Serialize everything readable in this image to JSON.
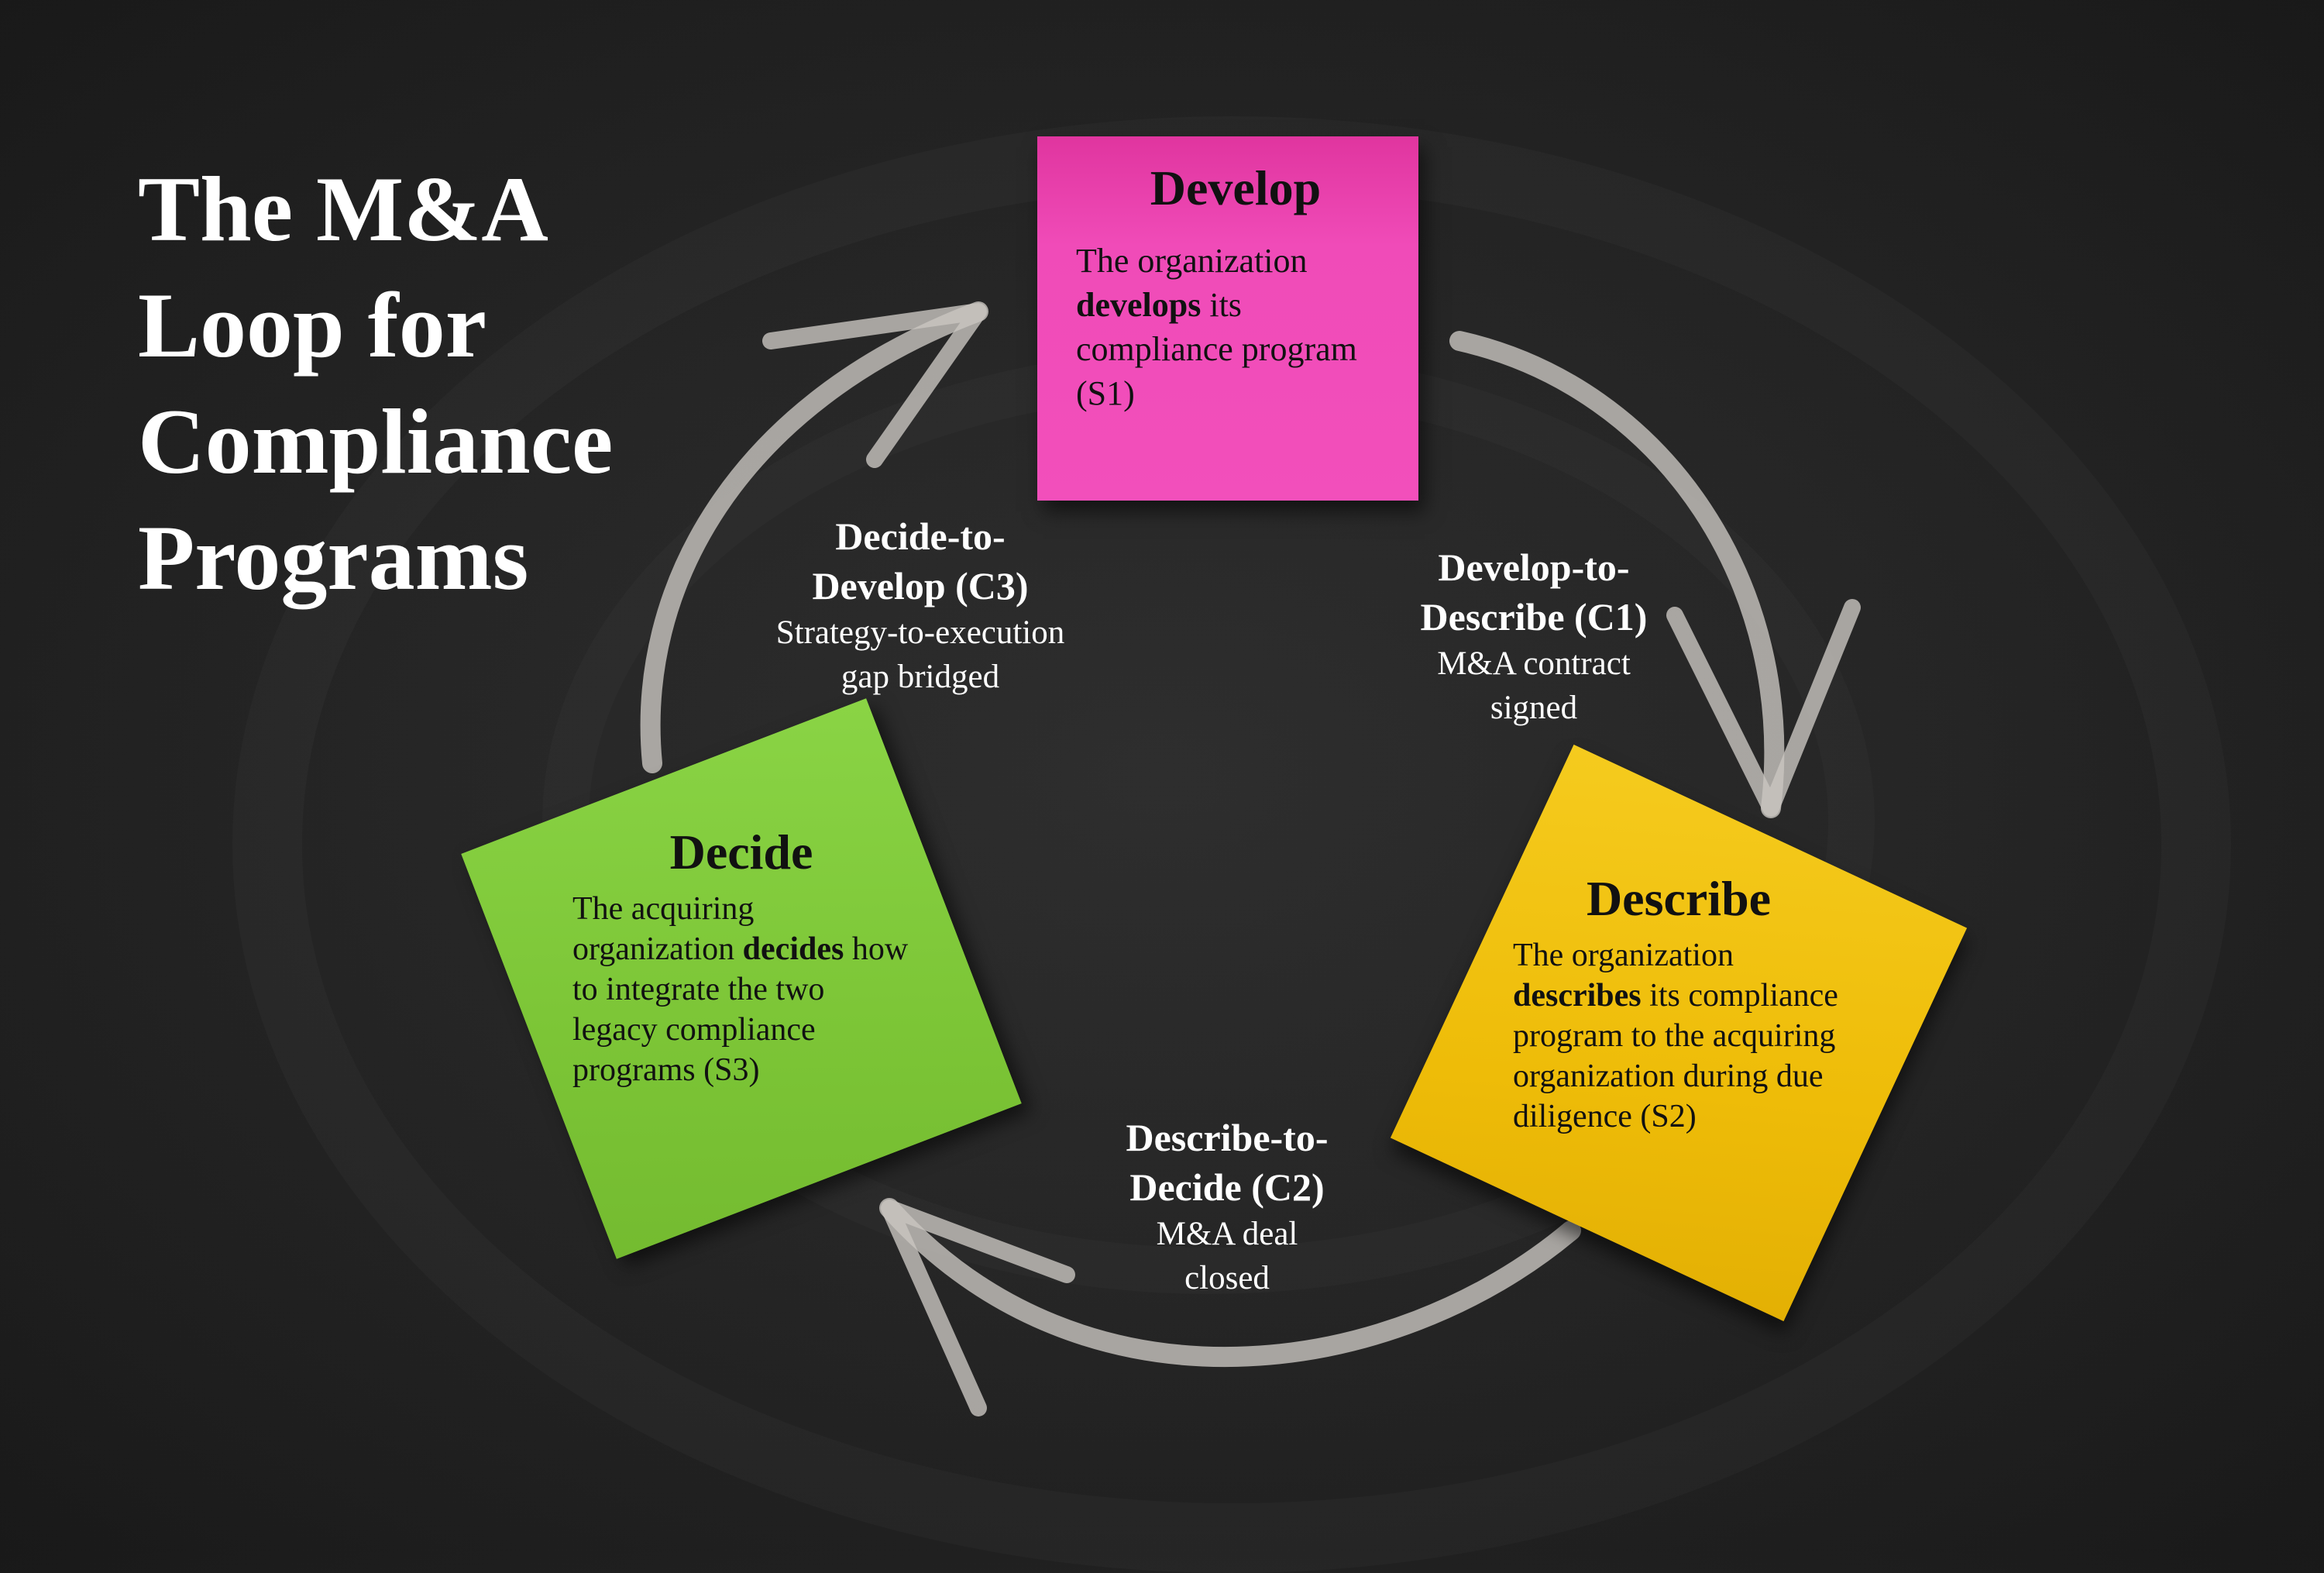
{
  "title": {
    "lines": [
      "The M&A",
      "Loop for",
      "Compliance",
      "Programs"
    ]
  },
  "colors": {
    "background": "#262626",
    "develop": "#f24fbb",
    "describe": "#eebc08",
    "decide": "#7cc536",
    "chalk": "#c9c6c0"
  },
  "stages": {
    "develop": {
      "heading": "Develop",
      "text_pre": "The organization ",
      "text_bold": "develops",
      "text_post": " its compliance program (S1)"
    },
    "describe": {
      "heading": "Describe",
      "text_pre": "The organization ",
      "text_bold": "describes",
      "text_post": " its compliance program to the acquiring organization during due diligence (S2)"
    },
    "decide": {
      "heading": "Decide",
      "text_pre": "The acquiring organization ",
      "text_bold": "decides",
      "text_post": " how to integrate the two legacy compliance programs (S3)"
    }
  },
  "transitions": {
    "c1": {
      "name": "Develop-to-Describe (C1)",
      "description": "M&A contract signed"
    },
    "c2": {
      "name": "Describe-to-Decide (C2)",
      "description": "M&A deal closed"
    },
    "c3": {
      "name": "Decide-to-Develop (C3)",
      "description": "Strategy-to-execution gap bridged"
    }
  }
}
